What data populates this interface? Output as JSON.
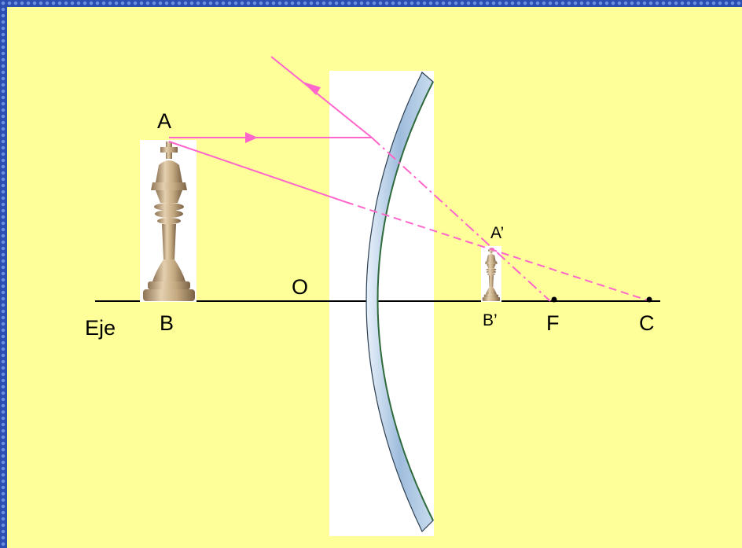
{
  "labels": {
    "object_tip": "A",
    "object_base": "B",
    "image_tip": "A’",
    "image_base": "B’",
    "vertex": "O",
    "focus": "F",
    "center": "C",
    "axis": "Eje"
  },
  "colors": {
    "background": "#ffff99",
    "border": "#2a4fb0",
    "ray": "#ff66cc",
    "axis": "#000000",
    "mirror_face": "#b4cce4",
    "mirror_edge": "#2f6a3c",
    "panel": "#ffffff",
    "chess_piece": "#c9b08a"
  },
  "icons": {
    "object": "chess-king-icon",
    "image": "chess-king-icon"
  }
}
